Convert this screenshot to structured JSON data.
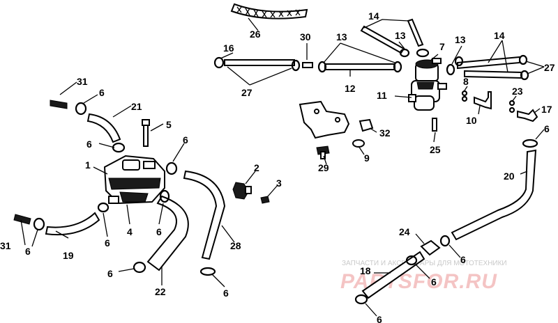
{
  "callouts": {
    "c1": "1",
    "c2": "2",
    "c3": "3",
    "c4": "4",
    "c5": "5",
    "c6a": "6",
    "c6b": "6",
    "c6c": "6",
    "c6d": "6",
    "c6e": "6",
    "c6f": "6",
    "c6g": "6",
    "c6h": "6",
    "c6i": "6",
    "c6j": "6",
    "c6k": "6",
    "c6l": "6",
    "c7": "7",
    "c8": "8",
    "c9": "9",
    "c10": "10",
    "c11": "11",
    "c12": "12",
    "c13a": "13",
    "c13b": "13",
    "c13c": "13",
    "c14a": "14",
    "c14b": "14",
    "c16": "16",
    "c17": "17",
    "c18": "18",
    "c19": "19",
    "c20": "20",
    "c21": "21",
    "c22": "22",
    "c23": "23",
    "c24": "24",
    "c25": "25",
    "c26": "26",
    "c27a": "27",
    "c27b": "27",
    "c28": "28",
    "c29": "29",
    "c30": "30",
    "c31a": "31",
    "c31b": "31",
    "c32": "32"
  },
  "watermark": {
    "caption": "ЗАПЧАСТИ И АКСЕССУАРЫ ДЛЯ МОТОТЕХНИКИ",
    "brand": "PARTSFOR.RU",
    "color": "#e05a5a"
  }
}
